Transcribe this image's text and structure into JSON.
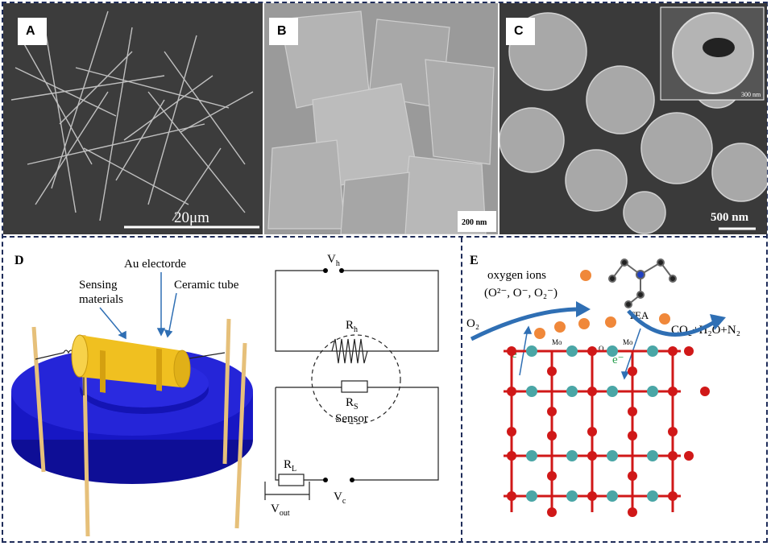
{
  "panels": {
    "a": {
      "letter": "A",
      "scale_bar": "20μm"
    },
    "b": {
      "letter": "B",
      "scale_bar": "200 nm"
    },
    "c": {
      "letter": "C",
      "scale_bar": "500 nm",
      "inset_scale_bar": "300 nm"
    },
    "d": {
      "letter": "D",
      "labels": {
        "au_electrode": "Au electorde",
        "sensing_line1": "Sensing",
        "sensing_line2": "materials",
        "ceramic_tube": "Ceramic tube"
      },
      "circuit": {
        "vh": "V",
        "vh_sub": "h",
        "rh": "R",
        "rh_sub": "h",
        "rs": "R",
        "rs_sub": "S",
        "sensor": "Sensor",
        "rl": "R",
        "rl_sub": "L",
        "vout": "V",
        "vout_sub": "out",
        "vc": "V",
        "vc_sub": "c"
      }
    },
    "e": {
      "letter": "E",
      "oxygen_ions": "oxygen ions",
      "ions_formula": "(O²⁻, O⁻, O₂⁻)",
      "o2": "O₂",
      "tea": "TEA",
      "products": "CO₂+H₂O+N₂",
      "electron": "e⁻",
      "mo_label": "Mo",
      "o_label": "O"
    }
  },
  "colors": {
    "border": "#1f2d5a",
    "base_blue": "#1414b4",
    "tube_yellow": "#f0c020",
    "arrow_blue": "#2f6fb4",
    "ion_orange": "#f0883a",
    "oxygen_red": "#d01818",
    "mo_teal": "#4aa6a6"
  }
}
